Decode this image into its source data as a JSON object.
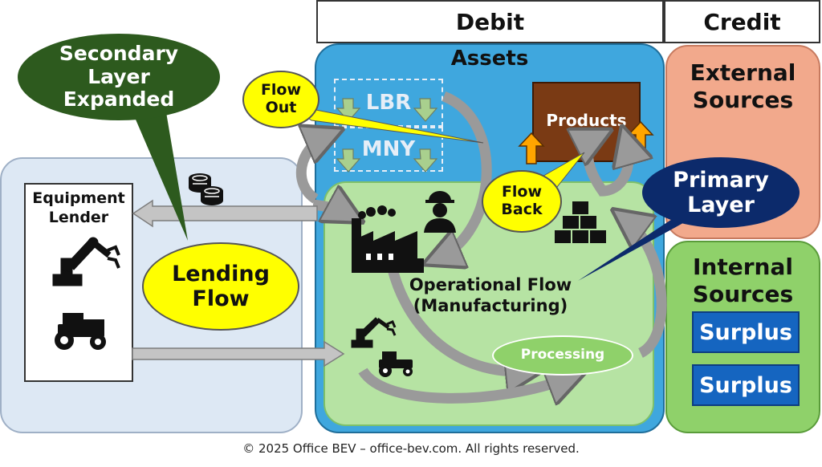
{
  "header": {
    "debit": "Debit",
    "credit": "Credit"
  },
  "assets": {
    "title": "Assets",
    "lbr": "LBR",
    "mny": "MNY",
    "products": "Products"
  },
  "credit_side": {
    "external": [
      "External",
      "Sources"
    ],
    "internal": [
      "Internal",
      "Sources"
    ],
    "surplus_1": "Surplus",
    "surplus_2": "Surplus"
  },
  "lender": {
    "title": [
      "Equipment",
      "Lender"
    ]
  },
  "bubbles": {
    "secondary": [
      "Secondary",
      "Layer",
      "Expanded"
    ],
    "primary": [
      "Primary",
      "Layer"
    ],
    "lending": [
      "Lending",
      "Flow"
    ],
    "flow_out": [
      "Flow",
      "Out"
    ],
    "flow_back": [
      "Flow",
      "Back"
    ]
  },
  "operational": [
    "Operational Flow",
    "(Manufacturing)"
  ],
  "processing": "Processing",
  "footer": "© 2025 Office BEV – office-bev.com. All rights reserved.",
  "colors": {
    "assets_blue": "#3fa7de",
    "green_area": "#b6e3a3",
    "external_orange": "#f2a98c",
    "internal_green": "#8fd16a",
    "lender_bg": "#dde8f4",
    "products_brown": "#7a3a14",
    "callout_yellow": "#ffff00",
    "dark_green": "#2d5a1e",
    "navy": "#0c2a6b",
    "surplus_blue": "#1565c0"
  }
}
